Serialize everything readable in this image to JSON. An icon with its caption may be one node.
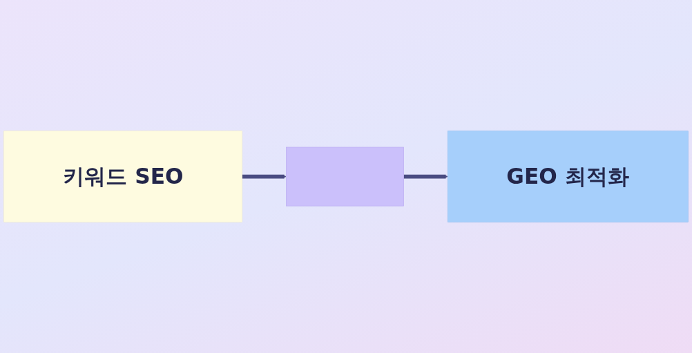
{
  "diagram": {
    "nodes": [
      {
        "text": [
          "키워드 SEO"
        ]
      },
      {
        "text": [],
        "shape": "box"
      },
      {
        "text": [
          "GEO 최적화"
        ]
      }
    ],
    "edges": [
      {
        "from": 0,
        "to": 1,
        "arrow": "to"
      },
      {
        "from": 1,
        "to": 2,
        "arrow": "to"
      }
    ]
  }
}
